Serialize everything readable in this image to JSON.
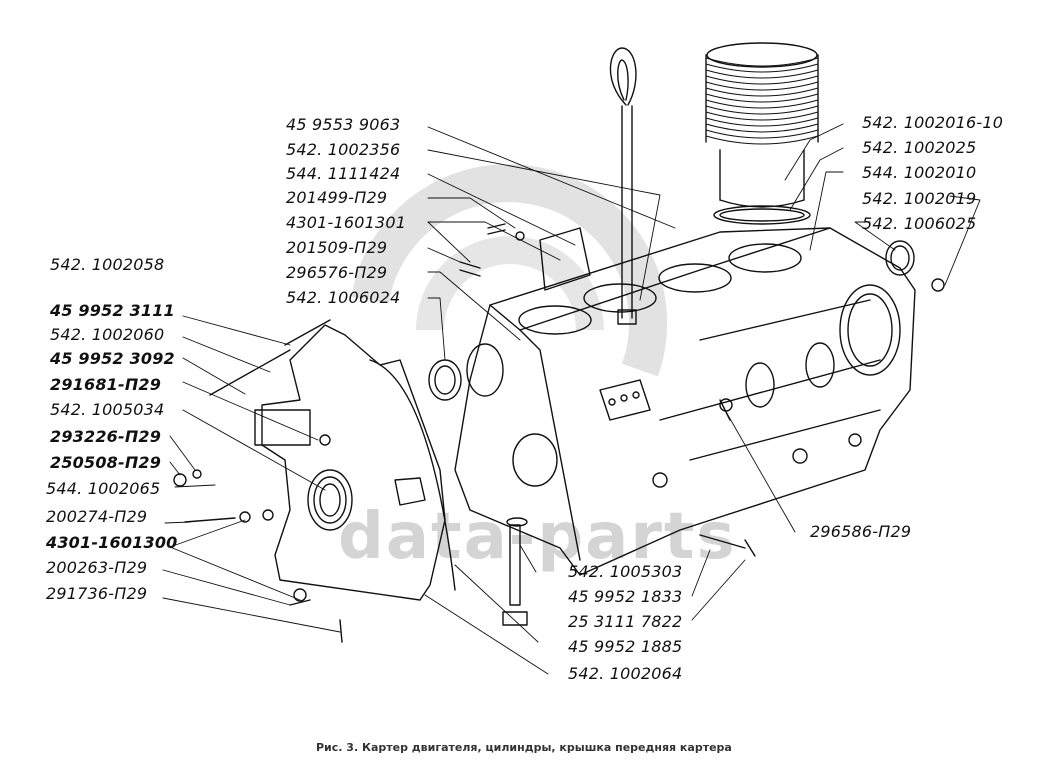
{
  "figure": {
    "caption": "Рис. 3. Картер двигателя, цилиндры, крышка передняя картера",
    "watermark": "data-parts"
  },
  "labels": {
    "top_center": [
      "45 9553 9063",
      "542. 1002356",
      "544. 1111424",
      "201499-П29",
      "4301-1601301",
      "201509-П29",
      "296576-П29",
      "542. 1006024"
    ],
    "top_right": [
      "542. 1002016-10",
      "542. 1002025",
      "544. 1002010",
      "542. 1002019",
      "542. 1006025"
    ],
    "left": [
      "542. 1002058",
      "45 9952 3111",
      "542. 1002060",
      "45 9952 3092",
      "291681-П29",
      "542. 1005034",
      "293226-П29",
      "250508-П29",
      "544. 1002065",
      "200274-П29",
      "4301-1601300",
      "200263-П29",
      "291736-П29"
    ],
    "bottom_center": [
      "542. 1005303",
      "45 9952 1833",
      "25 3111 7822",
      "45 9952 1885",
      "542. 1002064"
    ],
    "right": [
      "296586-П29"
    ]
  }
}
